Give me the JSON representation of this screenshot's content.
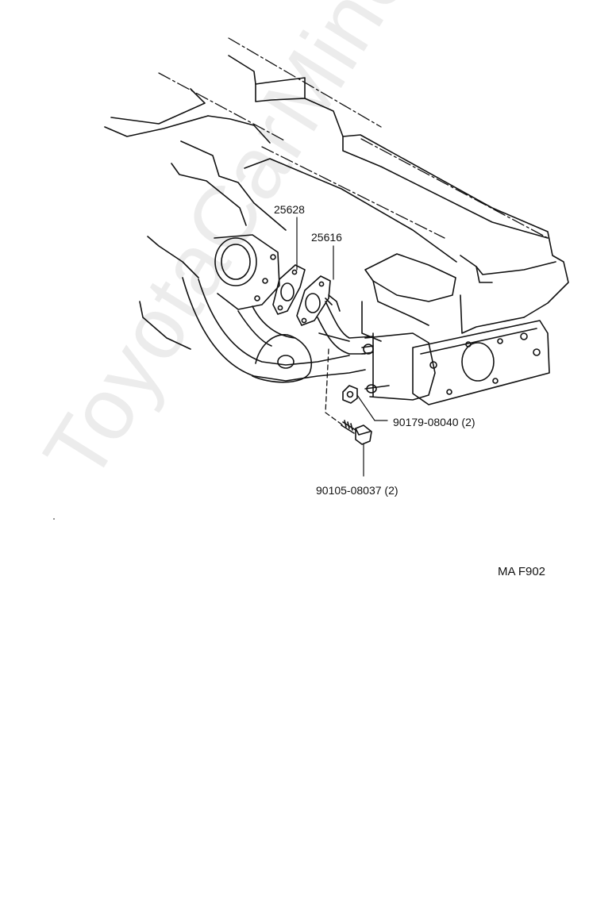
{
  "watermark": "ToyotaCarMine.ru",
  "diagram_code": "MA F902",
  "callouts": [
    {
      "part": "25628"
    },
    {
      "part": "25616"
    },
    {
      "part": "90179-08040 (2)"
    },
    {
      "part": "90105-08037 (2)"
    }
  ]
}
